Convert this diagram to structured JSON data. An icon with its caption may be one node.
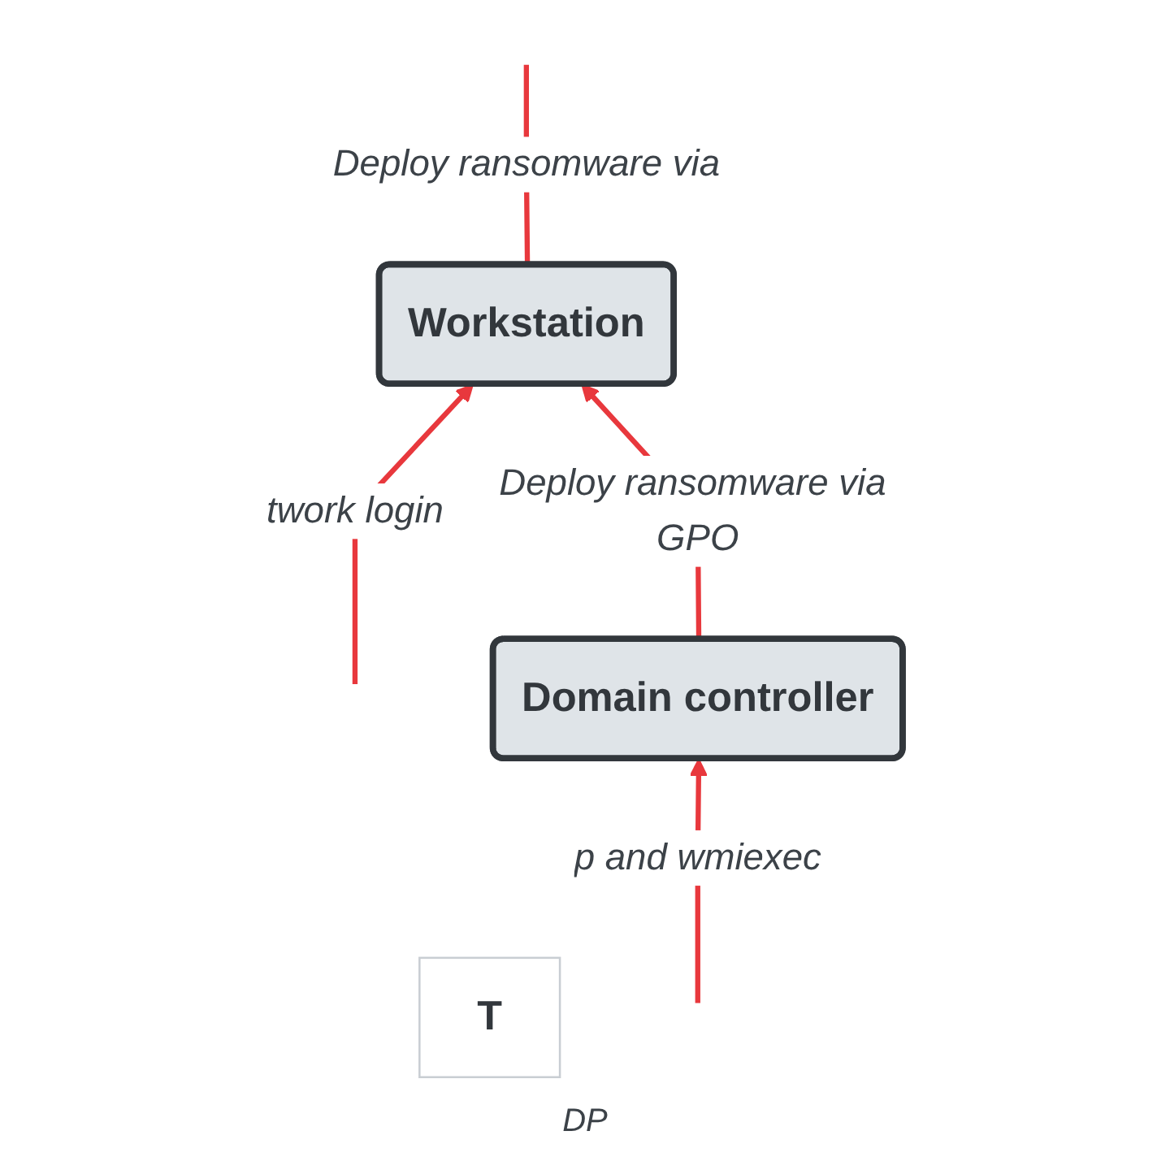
{
  "diagram": {
    "nodes": [
      {
        "text": [
          "Workstation"
        ]
      },
      {
        "text": [
          "Domain controller"
        ]
      },
      {
        "text": [
          "T"
        ]
      }
    ],
    "edges": [
      {
        "from": null,
        "to": 0,
        "arrow": "to",
        "label": "twork login"
      },
      {
        "from": 0,
        "to": null,
        "arrow": "none",
        "label": "Deploy ransomware via"
      },
      {
        "from": 1,
        "to": 0,
        "arrow": "to",
        "label": "Deploy ransomware via GPO"
      },
      {
        "from": null,
        "to": 1,
        "arrow": "to",
        "label": "p and wmiexec"
      }
    ],
    "labels": [
      "DP"
    ]
  }
}
